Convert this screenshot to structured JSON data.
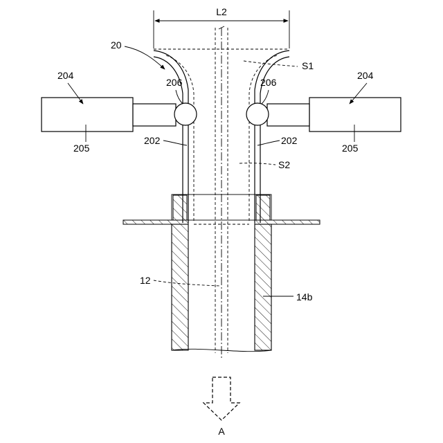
{
  "labels": {
    "dimension": "L2",
    "assembly": "20",
    "unit_left": "204",
    "unit_right": "204",
    "body_left": "205",
    "body_right": "205",
    "roller_left": "206",
    "roller_right": "206",
    "wall_left": "202",
    "wall_right": "202",
    "space_1": "S1",
    "space_2": "S2",
    "axis": "12",
    "pipe": "14b",
    "flow_direction": "A"
  }
}
